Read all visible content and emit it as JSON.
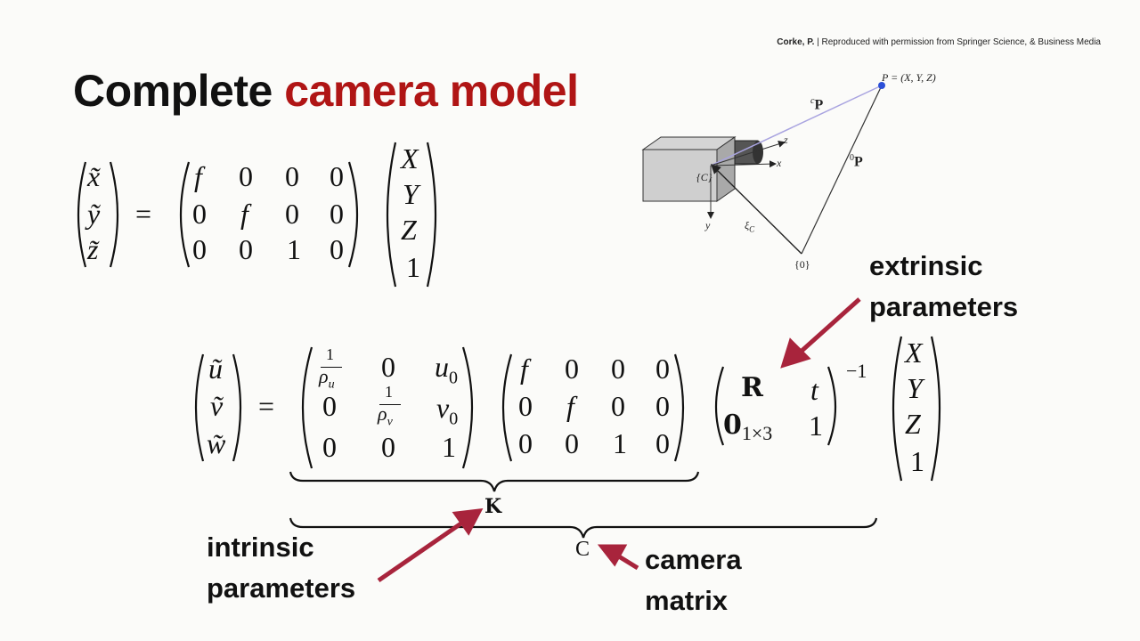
{
  "credit": {
    "author": "Corke, P.",
    "text": " | Reproduced with permission from Springer Science, & Business Media"
  },
  "title": {
    "part1": "Complete ",
    "part2": "camera model"
  },
  "colors": {
    "accent": "#b01515",
    "arrow": "#a8243c",
    "ray": "#a9a4e0"
  },
  "eq1": {
    "lhs": [
      "x̃",
      "ỹ",
      "z̃"
    ],
    "equals": "=",
    "matrix": [
      [
        "f",
        "0",
        "0",
        "0"
      ],
      [
        "0",
        "f",
        "0",
        "0"
      ],
      [
        "0",
        "0",
        "1",
        "0"
      ]
    ],
    "vector": [
      "X",
      "Y",
      "Z",
      "1"
    ]
  },
  "eq2": {
    "lhs": [
      "ũ",
      "ṽ",
      "w̃"
    ],
    "equals": "=",
    "k_matrix": {
      "one": "1",
      "rho_u": "ρ",
      "rho_u_sub": "u",
      "rho_v": "ρ",
      "rho_v_sub": "v",
      "zero": "0",
      "u": "u",
      "u_sub": "0",
      "v": "v",
      "v_sub": "0",
      "last": "1"
    },
    "proj_matrix": [
      [
        "f",
        "0",
        "0",
        "0"
      ],
      [
        "0",
        "f",
        "0",
        "0"
      ],
      [
        "0",
        "0",
        "1",
        "0"
      ]
    ],
    "extrinsic": {
      "R": "R",
      "t": "t",
      "zero": "0",
      "zero_sub": "1×3",
      "one": "1",
      "exp": "−1"
    },
    "vector": [
      "X",
      "Y",
      "Z",
      "1"
    ],
    "K": "K",
    "C": "C"
  },
  "labels": {
    "extrinsic": [
      "extrinsic",
      "parameters"
    ],
    "intrinsic": [
      "intrinsic",
      "parameters"
    ],
    "camera": [
      "camera",
      "matrix"
    ]
  },
  "diagram": {
    "point": "P = (X, Y, Z)",
    "cP": "P",
    "cP_sup": "c",
    "zP": "P",
    "zP_sup": "0",
    "camera_frame": "{C}",
    "world_frame": "{0}",
    "xi": "ξ",
    "xi_sub": "C",
    "axis_x": "x",
    "axis_y": "y",
    "axis_z": "z"
  }
}
